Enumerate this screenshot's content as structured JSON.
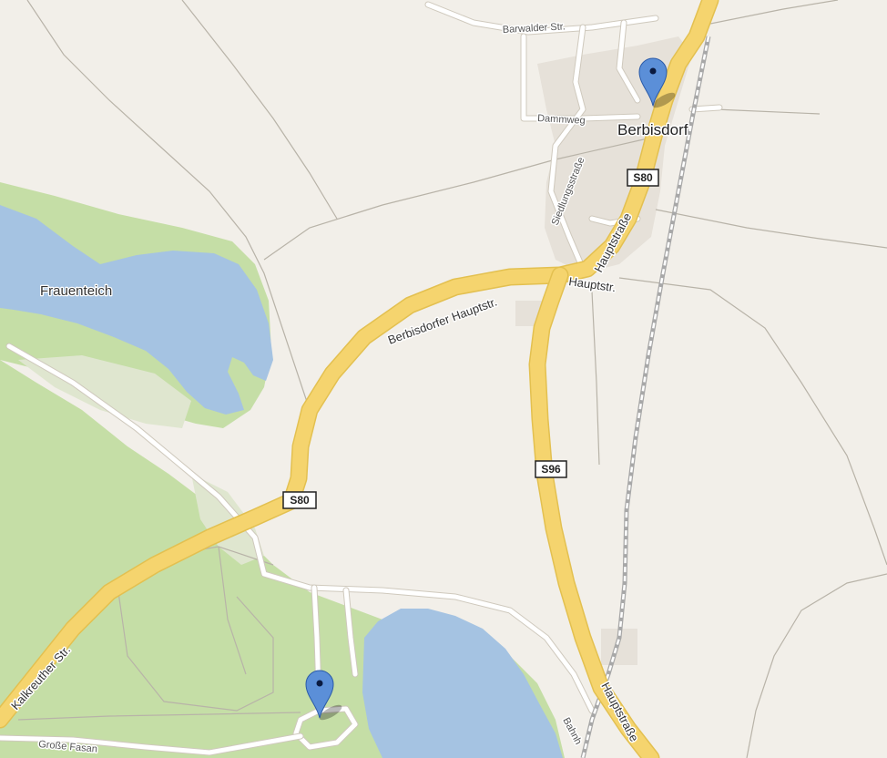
{
  "map": {
    "colors": {
      "land": "#f2efe9",
      "forest": "#c5dea6",
      "water": "#a5c3e2",
      "major_road": "#f5d46e",
      "minor_road": "#ffffff",
      "built_up": "#e6e1d9",
      "marker": "#5b8fd8"
    },
    "places": {
      "berbisdorf": "Berbisdorf",
      "frauenteich": "Frauenteich"
    },
    "roads": {
      "barwalder": "Barwalder Str.",
      "dammweg": "Dammweg",
      "siedlungsstrasse": "Siedlungsstraße",
      "hauptstrasse_upper": "Hauptstraße",
      "hauptstr_mid": "Hauptstr.",
      "berbisdorfer": "Berbisdorfer Hauptstr.",
      "kalkreuther": "Kalkreuther Str.",
      "grosse_fasan": "Große Fasan",
      "bahnhof": "Bahnh",
      "hauptstrasse_lower": "Hauptstraße"
    },
    "shields": {
      "s80_top": "S80",
      "s80_bottom": "S80",
      "s96": "S96"
    },
    "markers": [
      {
        "name": "marker-berbisdorf",
        "icon": "map-pin-icon"
      },
      {
        "name": "marker-south",
        "icon": "map-pin-icon"
      }
    ]
  }
}
